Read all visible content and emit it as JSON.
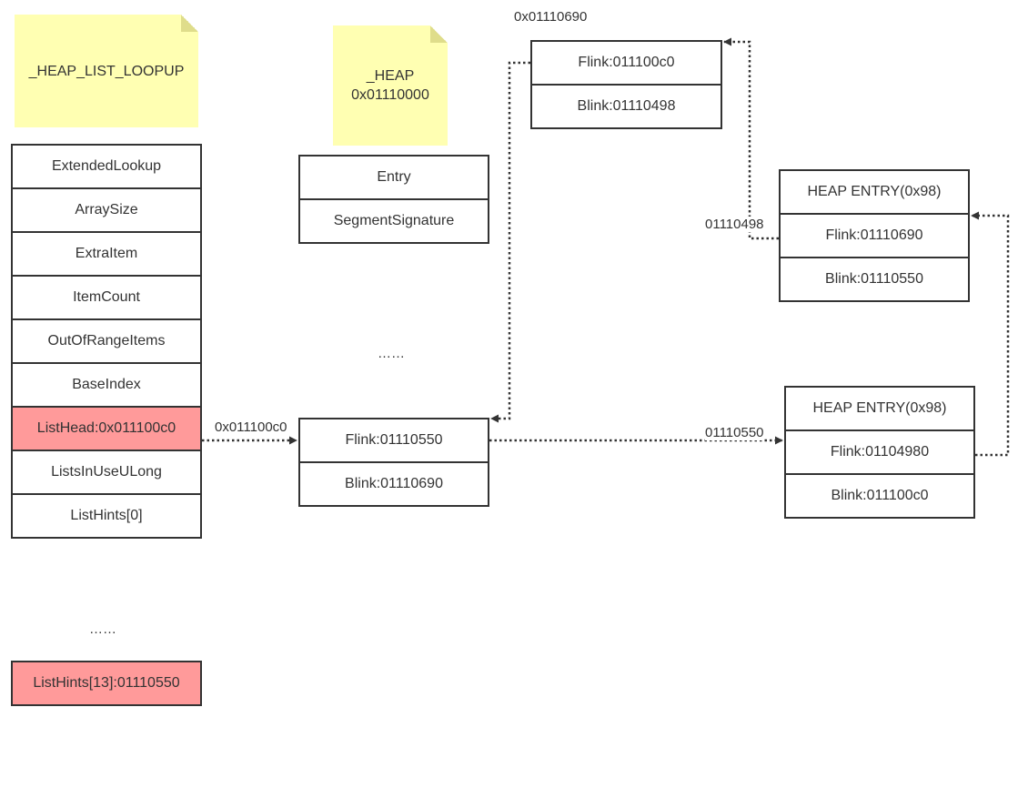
{
  "notes": {
    "lookup": "_HEAP_LIST_LOOPUP",
    "heap_line1": "_HEAP",
    "heap_line2": "0x01110000"
  },
  "lookup_struct": {
    "fields": [
      "ExtendedLookup",
      "ArraySize",
      "ExtraItem",
      "ItemCount",
      "OutOfRangeItems",
      "BaseIndex",
      "ListHead:0x011100c0",
      "ListsInUseULong",
      "ListHints[0]"
    ],
    "ellipsis": "……",
    "last_field": "ListHints[13]:01110550"
  },
  "heap_struct": {
    "fields": [
      "Entry",
      "SegmentSignature"
    ],
    "ellipsis": "……"
  },
  "list_head_node": {
    "flink": "Flink:01110550",
    "blink": "Blink:01110690"
  },
  "node_0690": {
    "address": "0x01110690",
    "flink": "Flink:011100c0",
    "blink": "Blink:01110498"
  },
  "entry_0498": {
    "header": "HEAP ENTRY(0x98)",
    "flink": "Flink:01110690",
    "blink": "Blink:01110550",
    "address": "01110498"
  },
  "entry_0550": {
    "header": "HEAP ENTRY(0x98)",
    "flink": "Flink:01104980",
    "blink": "Blink:011100c0",
    "address": "01110550"
  },
  "edge_labels": {
    "listhead": "0x011100c0"
  },
  "colors": {
    "note": "#ffffb2",
    "highlight": "#ff9a9a",
    "line": "#333333"
  }
}
